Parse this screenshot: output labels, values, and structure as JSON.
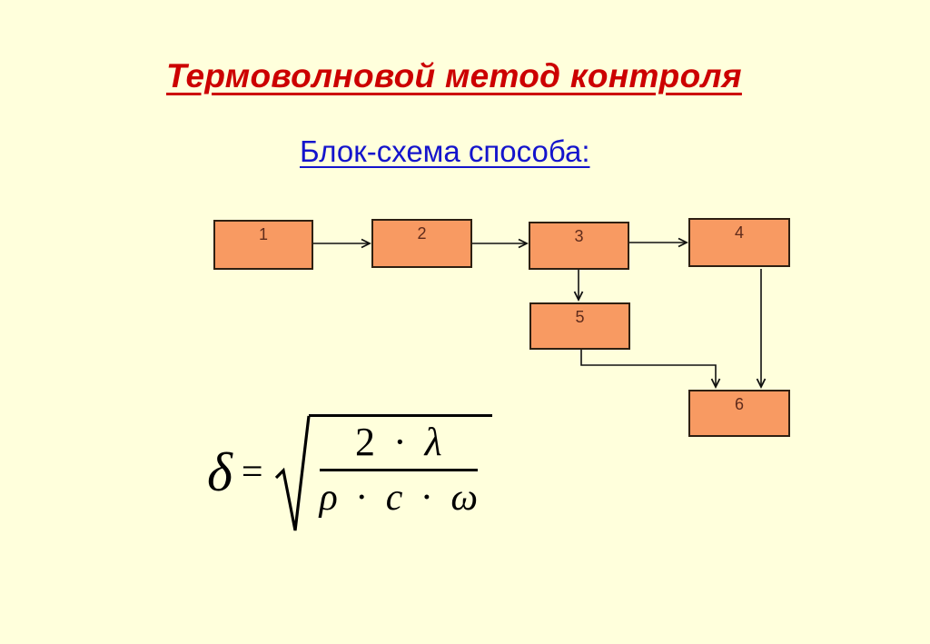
{
  "slide": {
    "title": "Термоволновой метод контроля",
    "subtitle": "Блок-схема способа:"
  },
  "flowchart": {
    "boxes": [
      {
        "label": "1"
      },
      {
        "label": "2"
      },
      {
        "label": "3"
      },
      {
        "label": "4"
      },
      {
        "label": "5"
      },
      {
        "label": "6"
      }
    ],
    "connections": [
      {
        "from": "1",
        "to": "2"
      },
      {
        "from": "2",
        "to": "3"
      },
      {
        "from": "3",
        "to": "4"
      },
      {
        "from": "3",
        "to": "5"
      },
      {
        "from": "5",
        "to": "6"
      },
      {
        "from": "4",
        "to": "6"
      }
    ]
  },
  "formula": {
    "lhs": "δ",
    "relation": "=",
    "numerator": {
      "coefficient": "2",
      "operator": "·",
      "symbol": "λ"
    },
    "denominator": {
      "factor_1": "ρ",
      "operator_1": "·",
      "factor_2": "c",
      "operator_2": "·",
      "factor_3": "ω"
    }
  },
  "colors": {
    "background": "#FFFFDC",
    "title_red": "#CC0000",
    "subtitle_blue": "#1414CC",
    "box_fill": "#F89A62",
    "box_border": "#2E2012",
    "box_number": "#5F2B1B",
    "connector": "#111111",
    "formula": "#000000"
  }
}
